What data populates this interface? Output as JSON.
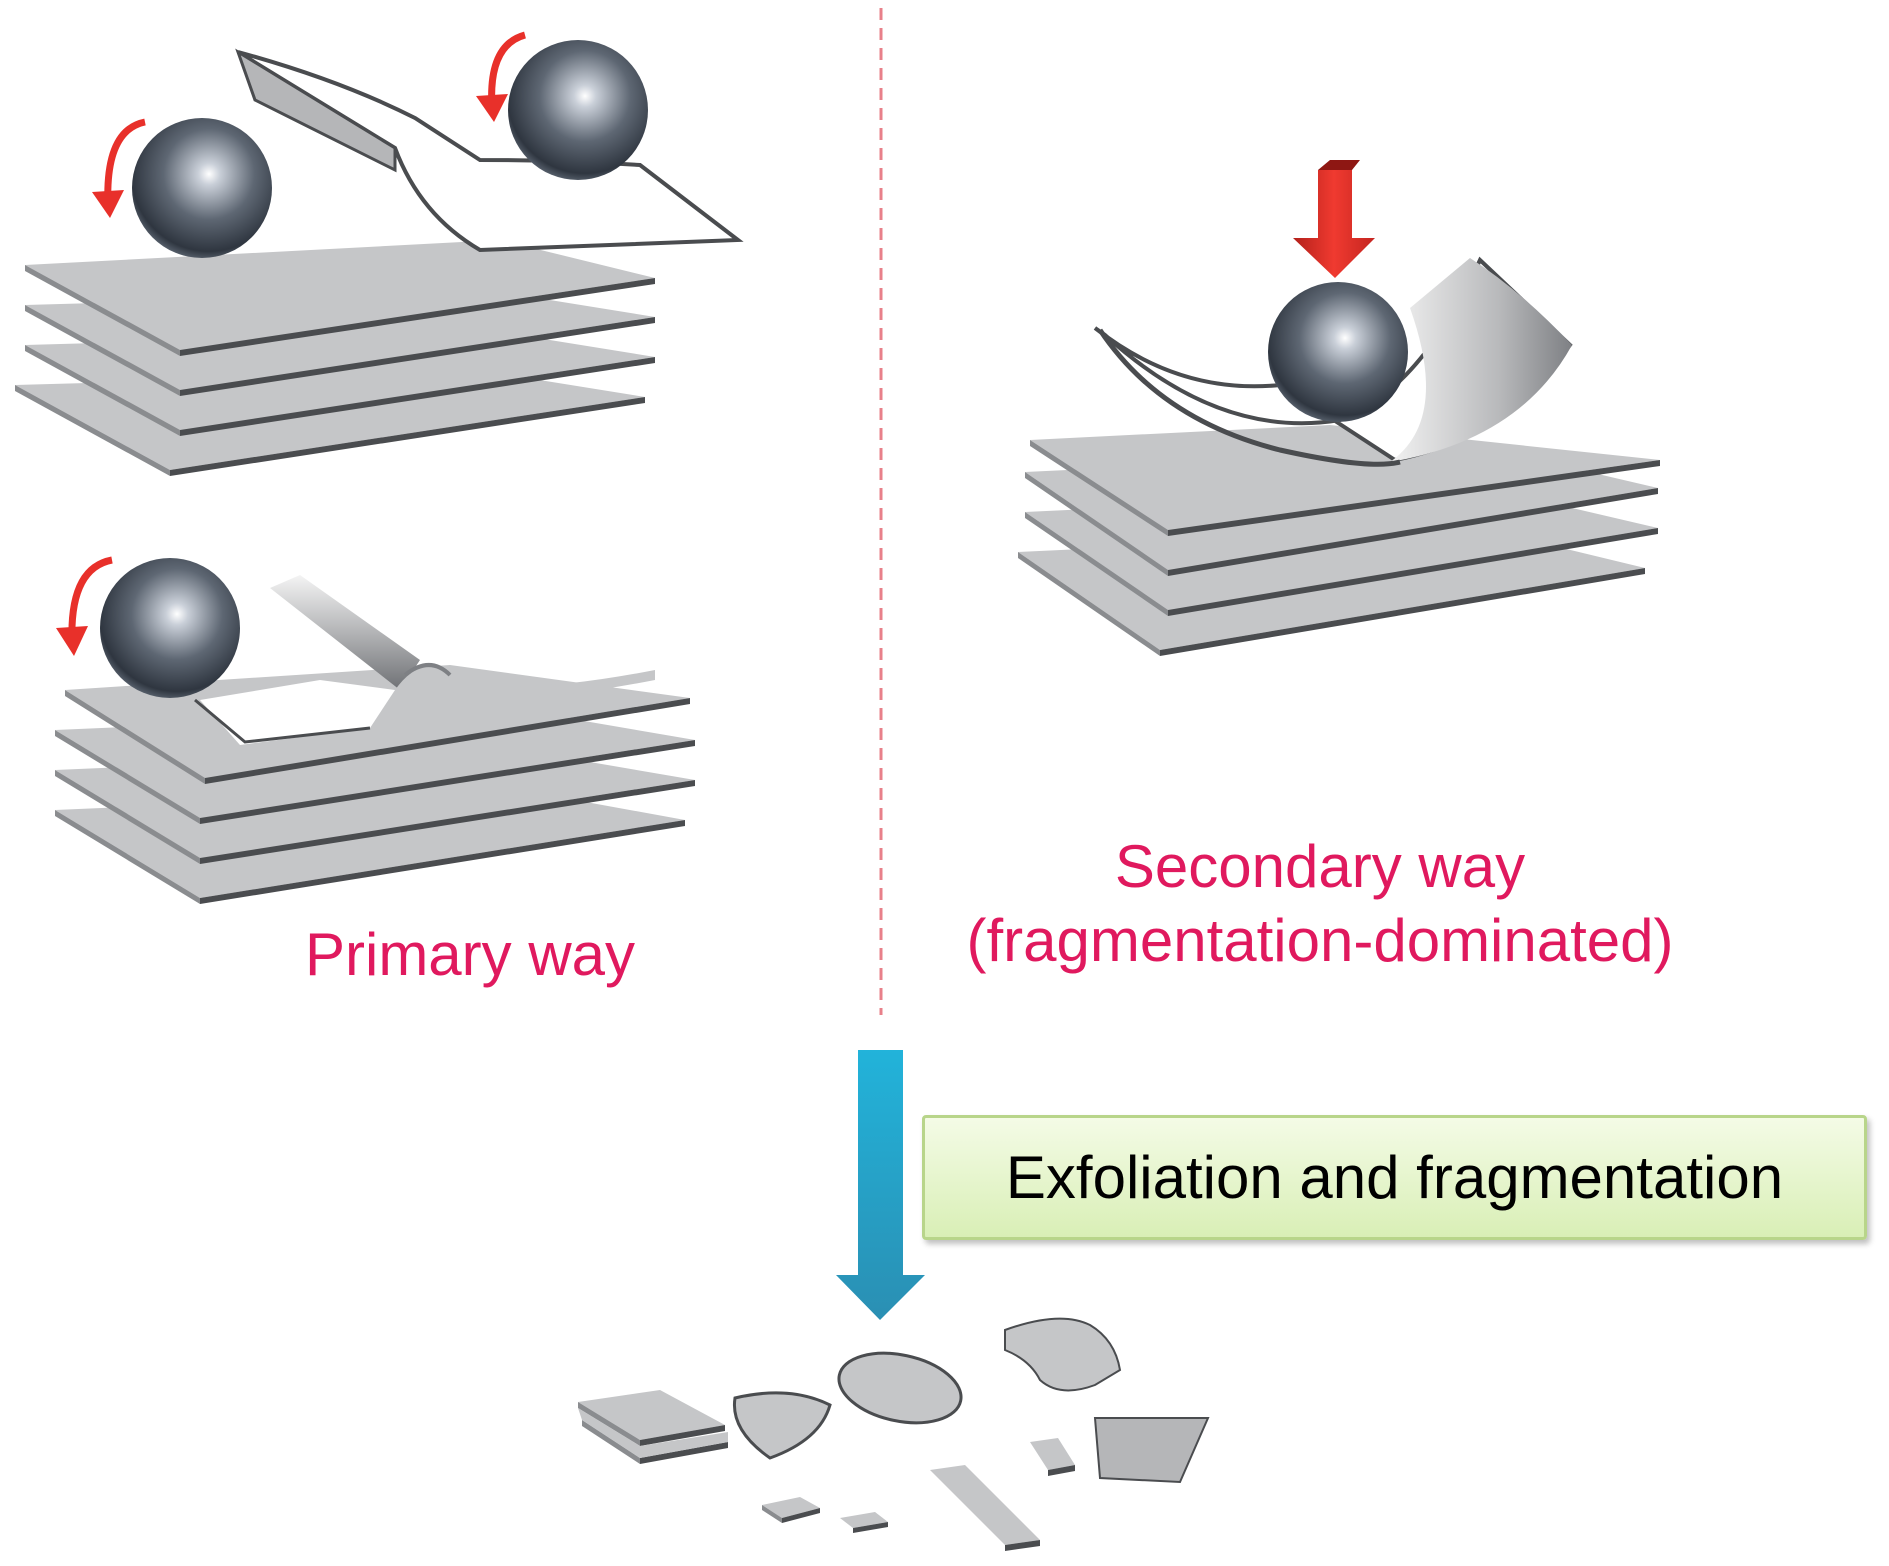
{
  "colors": {
    "label": "#e0195e",
    "divider": "#e8808a",
    "sheet_top": "#c5c6c8",
    "sheet_edge": "#4a4c4f",
    "ball": "#5b6470",
    "rotation_arrow": "#e8302a",
    "force_arrow": "#e8302a",
    "flow_arrow": "#1fa9cf",
    "process_box_border": "#b8d58a",
    "process_box_fill": "#dff1c2"
  },
  "labels": {
    "primary": "Primary way",
    "secondary_line1": "Secondary way",
    "secondary_line2": "(fragmentation-dominated)",
    "process": "Exfoliation and fragmentation"
  },
  "icons": {
    "rotation": "curved-arrow-icon",
    "force": "down-arrow-icon",
    "flow": "down-arrow-icon",
    "ball": "steel-ball-icon"
  }
}
